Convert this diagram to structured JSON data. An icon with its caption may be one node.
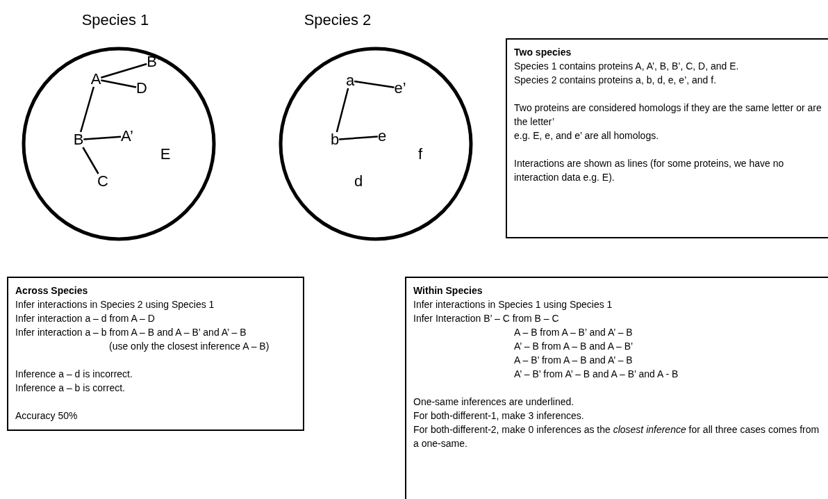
{
  "diagram": {
    "nodes": [
      {
        "text": [
          "Species 1"
        ]
      },
      {
        "text": [
          "B’"
        ],
        "in": 0
      },
      {
        "text": [
          "A"
        ],
        "in": 0
      },
      {
        "text": [
          "D"
        ],
        "in": 0
      },
      {
        "text": [
          "B"
        ],
        "in": 0
      },
      {
        "text": [
          "A’"
        ],
        "in": 0
      },
      {
        "text": [
          "E"
        ],
        "in": 0
      },
      {
        "text": [
          "C"
        ],
        "in": 0
      },
      {
        "text": [
          "Species 2"
        ]
      },
      {
        "text": [
          "a"
        ],
        "in": 8
      },
      {
        "text": [
          "e’"
        ],
        "in": 8
      },
      {
        "text": [
          "b"
        ],
        "in": 8
      },
      {
        "text": [
          "e"
        ],
        "in": 8
      },
      {
        "text": [
          "f"
        ],
        "in": 8
      },
      {
        "text": [
          "d"
        ],
        "in": 8
      },
      {
        "text": [
          "Two species",
          "Species 1 contains proteins A, A’, B, B’, C, D, and E.",
          "Species 2 contains proteins a, b, d, e, e’, and f.",
          "Two proteins are considered homologs if they are the same letter or are the letter’",
          "e.g. E, e, and e’ are all homologs.",
          "Interactions are shown as lines (for some proteins, we have no interaction data e.g. E)."
        ]
      },
      {
        "text": [
          "Across Species",
          "Infer interactions in Species 2 using Species 1",
          "Infer interaction a – d from A – D",
          "Infer interaction a – b from A – B and A – B’ and A’ – B",
          "(use only the closest inference A – B)",
          "Inference a – d is incorrect.",
          "Inference a – b is correct.",
          "Accuracy 50%"
        ]
      },
      {
        "text": [
          "Within Species",
          "Infer interactions in Species 1 using Species 1",
          "Infer Interaction B’ – C from B – C",
          "A – B from A – B’ and A’ – B",
          "A’ – B from A – B and A – B’",
          "A – B’ from A – B and A’ – B",
          "A’ – B’ from A’ – B and A – B’ and A - B",
          "One-same inferences  are underlined.",
          "For both-different-1, make 3 inferences.",
          "For both-different-2, make 0 inferences as the  *closest inference* for all three cases comes from a one-same."
        ]
      }
    ],
    "edges": [
      {
        "from": 2,
        "to": 1,
        "arrow": "none"
      },
      {
        "from": 2,
        "to": 3,
        "arrow": "none"
      },
      {
        "from": 2,
        "to": 4,
        "arrow": "none"
      },
      {
        "from": 4,
        "to": 5,
        "arrow": "none"
      },
      {
        "from": 4,
        "to": 7,
        "arrow": "none"
      },
      {
        "from": 9,
        "to": 10,
        "arrow": "none"
      },
      {
        "from": 9,
        "to": 11,
        "arrow": "none"
      },
      {
        "from": 11,
        "to": 12,
        "arrow": "none"
      }
    ]
  }
}
